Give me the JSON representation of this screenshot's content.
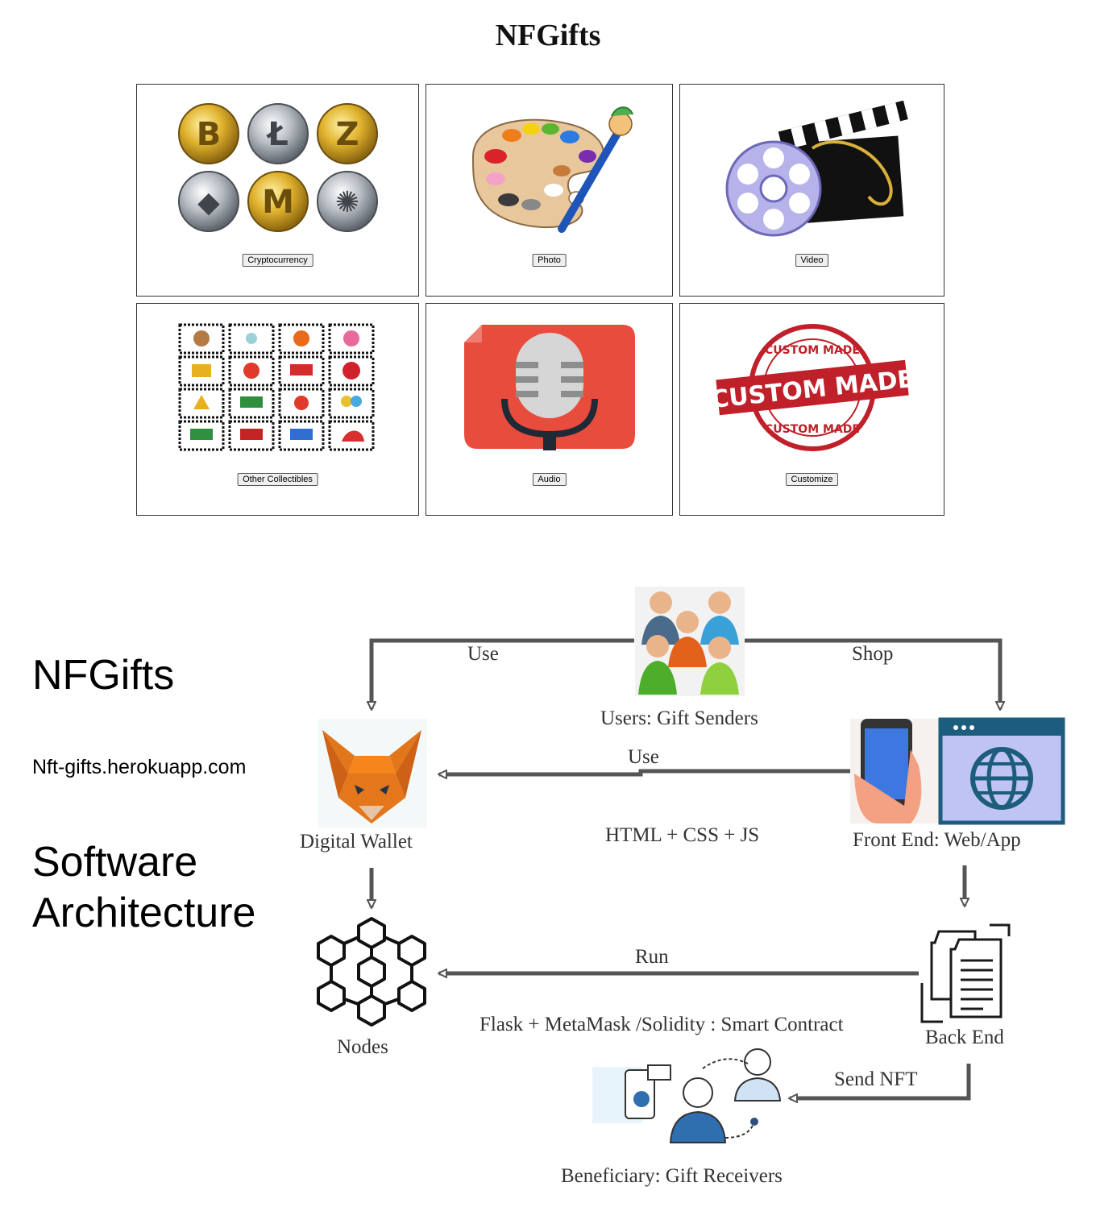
{
  "page": {
    "title": "NFGifts"
  },
  "categories": [
    {
      "label": "Cryptocurrency"
    },
    {
      "label": "Photo"
    },
    {
      "label": "Video"
    },
    {
      "label": "Other Collectibles"
    },
    {
      "label": "Audio"
    },
    {
      "label": "Customize"
    }
  ],
  "coins": [
    "B",
    "Ł",
    "Z",
    "◆",
    "M",
    "✺"
  ],
  "stamp": {
    "top": "CUSTOM MADE",
    "middle": "CUSTOM MADE",
    "bottom": "CUSTOM MADE"
  },
  "architecture": {
    "app_name": "NFGifts",
    "url": "Nft-gifts.herokuapp.com",
    "heading_line1": "Software",
    "heading_line2": "Architecture",
    "users_label": "Users: Gift Senders",
    "wallet_label": "Digital Wallet",
    "frontend_label": "Front End: Web/App",
    "nodes_label": "Nodes",
    "backend_label": "Back End",
    "beneficiary_label": "Beneficiary: Gift Receivers",
    "edge_use_left": "Use",
    "edge_shop": "Shop",
    "edge_use_middle": "Use",
    "tech_frontend": "HTML + CSS + JS",
    "edge_run": "Run",
    "tech_backend": "Flask + MetaMask /Solidity : Smart Contract",
    "edge_send": "Send NFT"
  },
  "colors": {
    "arrow": "#555555",
    "wallet_orange": "#e2761b",
    "mic_red": "#e84c3d",
    "globe_teal": "#1c5c7c",
    "stamp_red": "#c0202a"
  }
}
